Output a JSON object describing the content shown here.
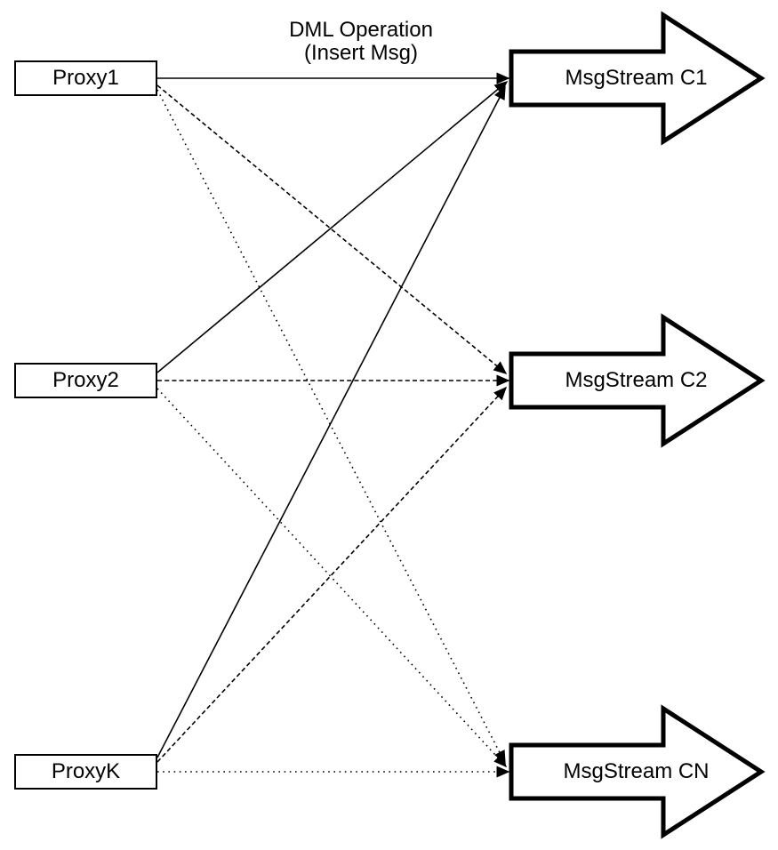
{
  "diagram": {
    "type": "flow-diagram",
    "title": {
      "line1": "DML Operation",
      "line2": "(Insert Msg)"
    },
    "proxies": [
      {
        "label": "Proxy1"
      },
      {
        "label": "Proxy2"
      },
      {
        "label": "ProxyK"
      }
    ],
    "streams": [
      {
        "label": "MsgStream C1"
      },
      {
        "label": "MsgStream C2"
      },
      {
        "label": "MsgStream CN"
      }
    ],
    "connections": [
      {
        "from": "Proxy1",
        "to": "MsgStream C1",
        "style": "solid"
      },
      {
        "from": "Proxy2",
        "to": "MsgStream C1",
        "style": "solid"
      },
      {
        "from": "ProxyK",
        "to": "MsgStream C1",
        "style": "solid"
      },
      {
        "from": "Proxy1",
        "to": "MsgStream C2",
        "style": "dashed"
      },
      {
        "from": "Proxy2",
        "to": "MsgStream C2",
        "style": "dashed"
      },
      {
        "from": "ProxyK",
        "to": "MsgStream C2",
        "style": "dashed"
      },
      {
        "from": "Proxy1",
        "to": "MsgStream CN",
        "style": "dotted"
      },
      {
        "from": "Proxy2",
        "to": "MsgStream CN",
        "style": "dotted"
      },
      {
        "from": "ProxyK",
        "to": "MsgStream CN",
        "style": "dotted"
      }
    ],
    "colors": {
      "stroke": "#000000",
      "fill": "#ffffff",
      "background": "#ffffff",
      "text": "#000000"
    }
  }
}
